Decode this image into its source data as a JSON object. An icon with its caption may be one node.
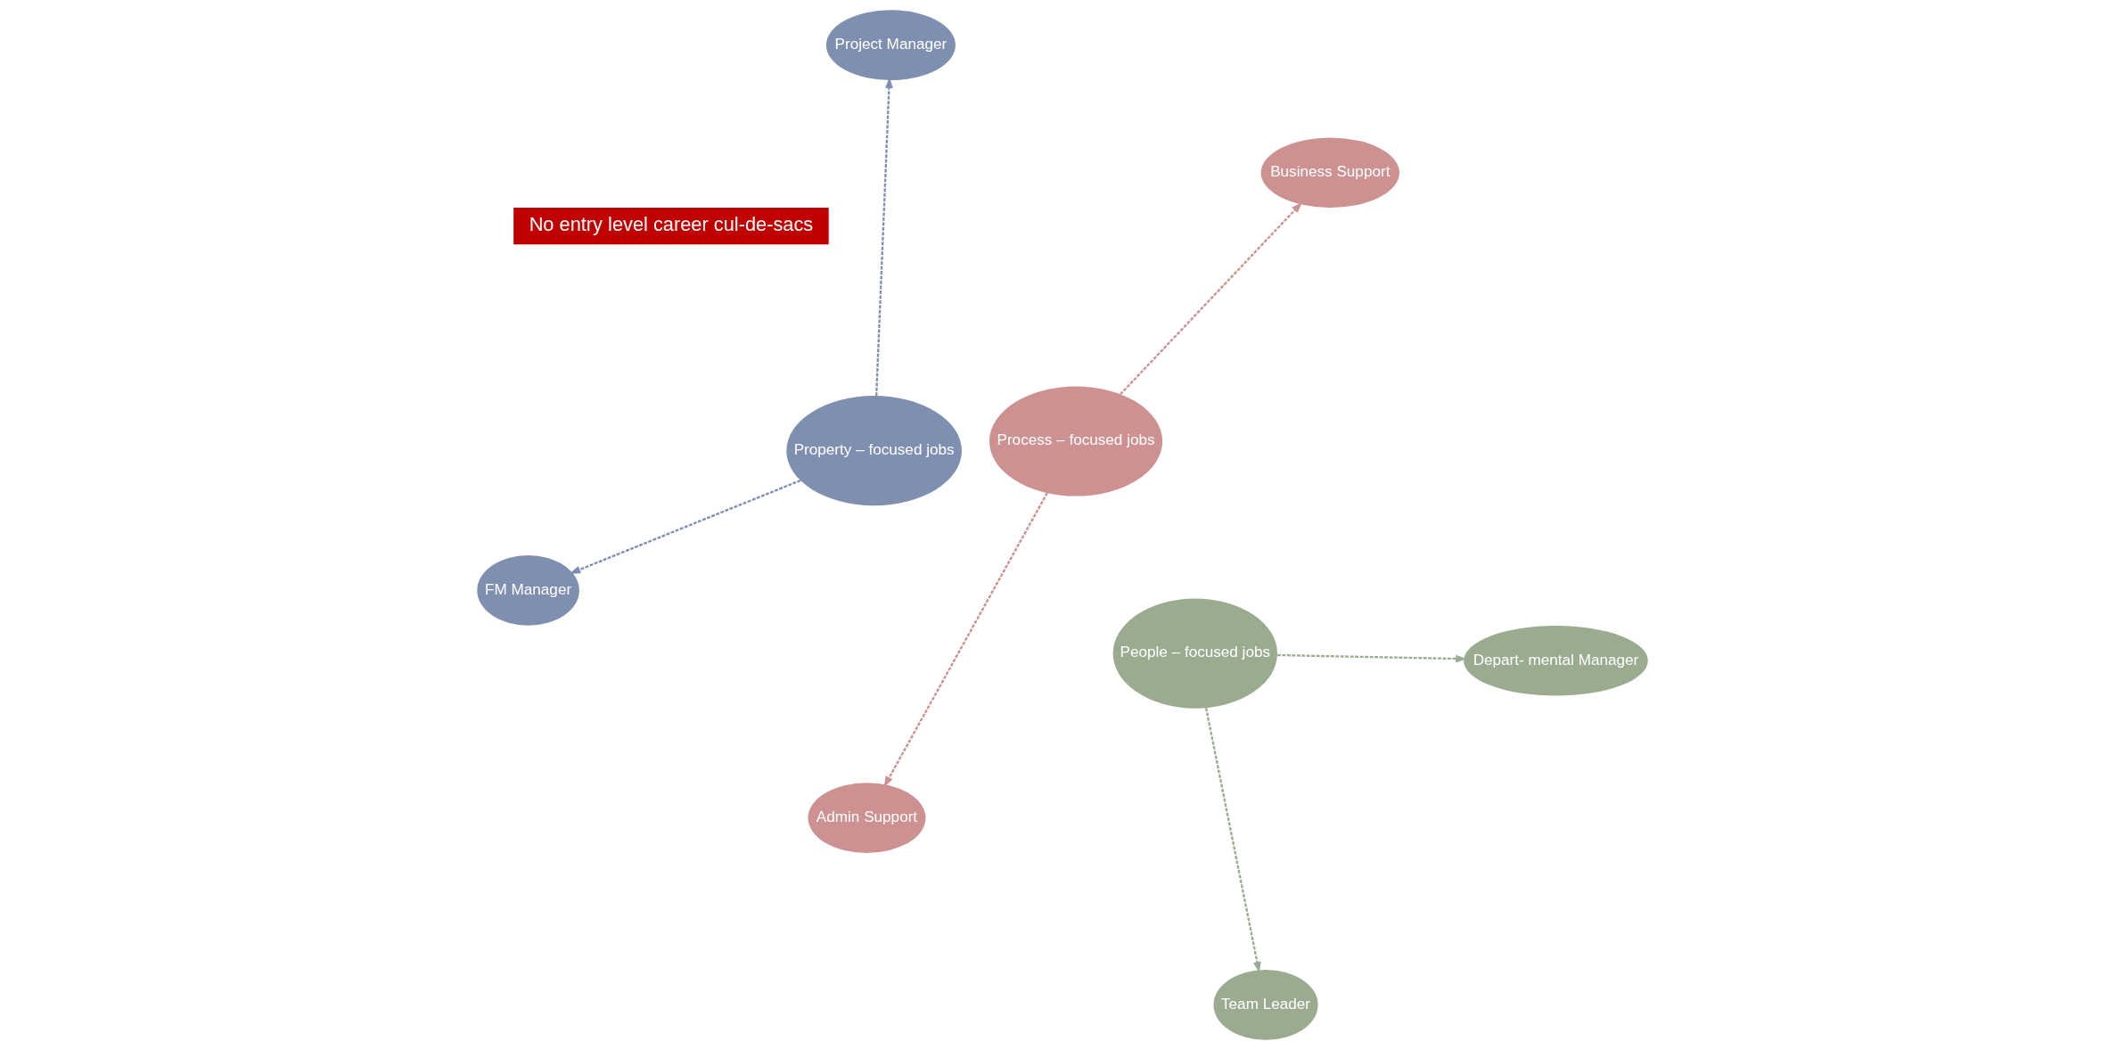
{
  "diagram": {
    "nodes": [
      {
        "text": [
          "No entry level career cul-de-sacs"
        ]
      },
      {
        "text": [
          "Business Support"
        ]
      },
      {
        "text": [
          "Admin Support"
        ]
      },
      {
        "text": [
          "Process – focused jobs"
        ]
      },
      {
        "text": [
          "Property – focused jobs"
        ]
      },
      {
        "text": [
          "Project Manager"
        ]
      },
      {
        "text": [
          "FM Manager"
        ]
      },
      {
        "text": [
          "People – focused jobs"
        ]
      },
      {
        "text": [
          "Team Leader"
        ]
      },
      {
        "text": [
          "Depart- mental Manager"
        ]
      }
    ],
    "edges": [
      {
        "from": 3,
        "to": 1,
        "arrow": "to",
        "style": "dashed",
        "color": "#cd9191"
      },
      {
        "from": 3,
        "to": 2,
        "arrow": "to",
        "style": "dashed",
        "color": "#cd9191"
      },
      {
        "from": 4,
        "to": 5,
        "arrow": "to",
        "style": "dashed",
        "color": "#7f8fb0"
      },
      {
        "from": 4,
        "to": 6,
        "arrow": "to",
        "style": "dashed",
        "color": "#7f8fb0"
      },
      {
        "from": 7,
        "to": 8,
        "arrow": "to",
        "style": "dashed",
        "color": "#9aab90"
      },
      {
        "from": 7,
        "to": 9,
        "arrow": "to",
        "style": "dashed",
        "color": "#9aab90"
      }
    ]
  }
}
